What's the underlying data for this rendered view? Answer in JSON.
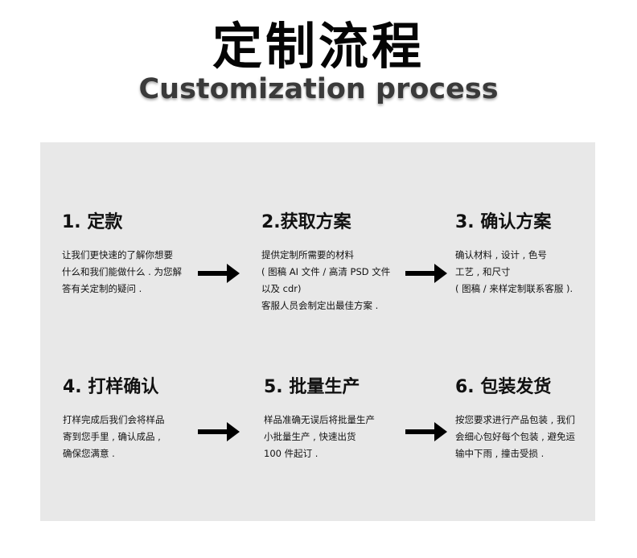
{
  "header": {
    "title": "定制流程",
    "subtitle": "Customization process"
  },
  "colors": {
    "panel_background": "#e8e8e8",
    "text": "#111111",
    "arrow": "#000000"
  },
  "steps": [
    {
      "title": "1. 定款",
      "lines": [
        "让我们更快速的了解你想要",
        "什么和我们能做什么 . 为您解",
        "答有关定制的疑问 ."
      ]
    },
    {
      "title": "2.获取方案",
      "lines": [
        "提供定制所需要的材料",
        "( 图稿 AI 文件 / 高清 PSD 文件",
        "以及 cdr)",
        "客服人员会制定出最佳方案 ."
      ]
    },
    {
      "title": "3. 确认方案",
      "lines": [
        "确认材料 , 设计 , 色号",
        "工艺 , 和尺寸",
        "( 图稿 / 来样定制联系客服 )."
      ]
    },
    {
      "title": "4. 打样确认",
      "lines": [
        "打样完成后我们会将样品",
        "寄到您手里 , 确认成品 ,",
        "确保您满意 ."
      ]
    },
    {
      "title": "5. 批量生产",
      "lines": [
        "样品准确无误后将批量生产",
        "小批量生产 , 快速出货",
        "100 件起订 ."
      ]
    },
    {
      "title": "6. 包装发货",
      "lines": [
        "按您要求进行产品包装 , 我们",
        "会细心包好每个包装 , 避免运",
        "输中下雨 , 撞击受损 ."
      ]
    }
  ],
  "arrows": [
    {
      "icon": "arrow-right-icon"
    },
    {
      "icon": "arrow-right-icon"
    },
    {
      "icon": "arrow-right-icon"
    },
    {
      "icon": "arrow-right-icon"
    }
  ]
}
